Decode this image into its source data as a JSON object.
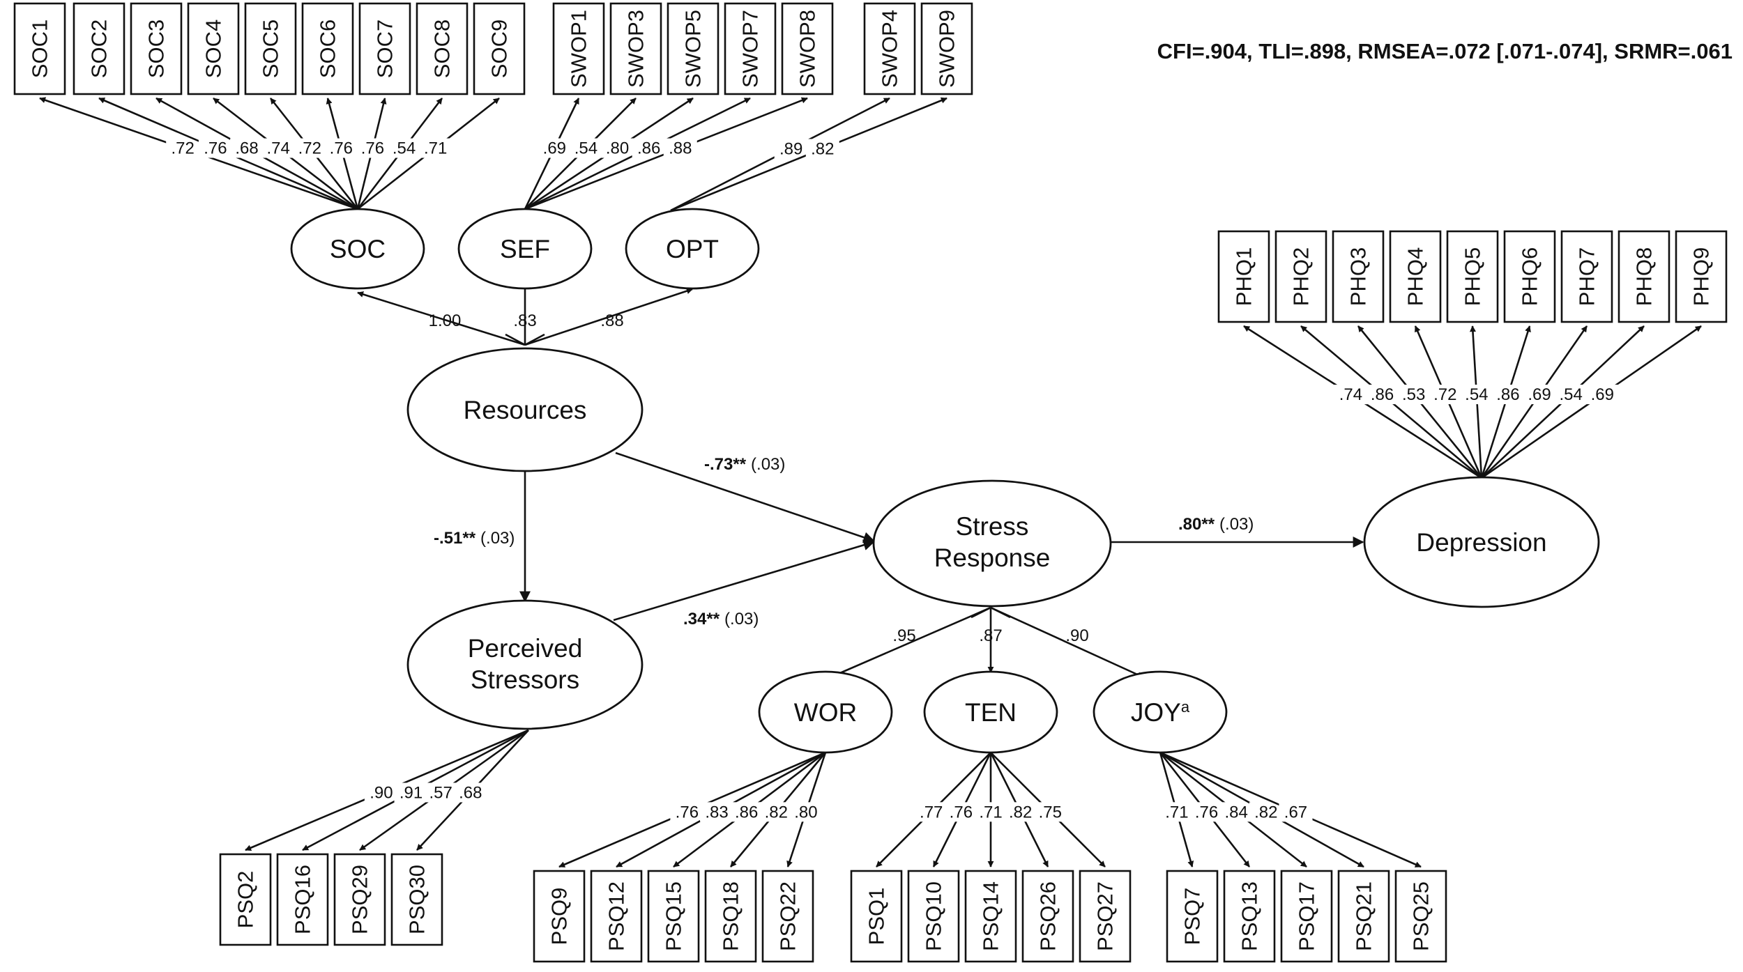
{
  "fit": "CFI=.904, TLI=.898, RMSEA=.072 [.071-.074], SRMR=.061",
  "latents": {
    "soc": "SOC",
    "sef": "SEF",
    "opt": "OPT",
    "resources": "Resources",
    "stress_l1": "Stress",
    "stress_l2": "Response",
    "perceived_l1": "Perceived",
    "perceived_l2": "Stressors",
    "depression": "Depression",
    "wor": "WOR",
    "ten": "TEN",
    "joy": "JOY",
    "joy_sup": "a"
  },
  "groups": [
    {
      "id": "soc",
      "indicators": [
        "SOC1",
        "SOC2",
        "SOC3",
        "SOC4",
        "SOC5",
        "SOC6",
        "SOC7",
        "SOC8",
        "SOC9"
      ],
      "loadings": [
        ".72",
        ".76",
        ".68",
        ".74",
        ".72",
        ".76",
        ".76",
        ".54",
        ".71"
      ]
    },
    {
      "id": "sef",
      "indicators": [
        "SWOP1",
        "SWOP3",
        "SWOP5",
        "SWOP7",
        "SWOP8"
      ],
      "loadings": [
        ".69",
        ".54",
        ".80",
        ".86",
        ".88"
      ]
    },
    {
      "id": "opt",
      "indicators": [
        "SWOP4",
        "SWOP9"
      ],
      "loadings": [
        ".89",
        ".82"
      ]
    },
    {
      "id": "phq",
      "indicators": [
        "PHQ1",
        "PHQ2",
        "PHQ3",
        "PHQ4",
        "PHQ5",
        "PHQ6",
        "PHQ7",
        "PHQ8",
        "PHQ9"
      ],
      "loadings": [
        ".74",
        ".86",
        ".53",
        ".72",
        ".54",
        ".86",
        ".69",
        ".54",
        ".69"
      ]
    },
    {
      "id": "pst",
      "indicators": [
        "PSQ2",
        "PSQ16",
        "PSQ29",
        "PSQ30"
      ],
      "loadings": [
        ".90",
        ".91",
        ".57",
        ".68"
      ]
    },
    {
      "id": "wor",
      "indicators": [
        "PSQ9",
        "PSQ12",
        "PSQ15",
        "PSQ18",
        "PSQ22"
      ],
      "loadings": [
        ".76",
        ".83",
        ".86",
        ".82",
        ".80"
      ]
    },
    {
      "id": "ten",
      "indicators": [
        "PSQ1",
        "PSQ10",
        "PSQ14",
        "PSQ26",
        "PSQ27"
      ],
      "loadings": [
        ".77",
        ".76",
        ".71",
        ".82",
        ".75"
      ]
    },
    {
      "id": "joy",
      "indicators": [
        "PSQ7",
        "PSQ13",
        "PSQ17",
        "PSQ21",
        "PSQ25"
      ],
      "loadings": [
        ".71",
        ".76",
        ".84",
        ".82",
        ".67"
      ]
    }
  ],
  "second_order": {
    "resources": [
      "1.00",
      ".83",
      ".88"
    ],
    "stress_response": [
      ".95",
      ".87",
      ".90"
    ]
  },
  "paths": {
    "res_to_stress": {
      "coef": "-.73**",
      "se": "(.03)"
    },
    "res_to_perceived": {
      "coef": "-.51**",
      "se": "(.03)"
    },
    "perceived_to_stress": {
      "coef": ".34**",
      "se": "(.03)"
    },
    "stress_to_depression": {
      "coef": ".80**",
      "se": "(.03)"
    }
  }
}
